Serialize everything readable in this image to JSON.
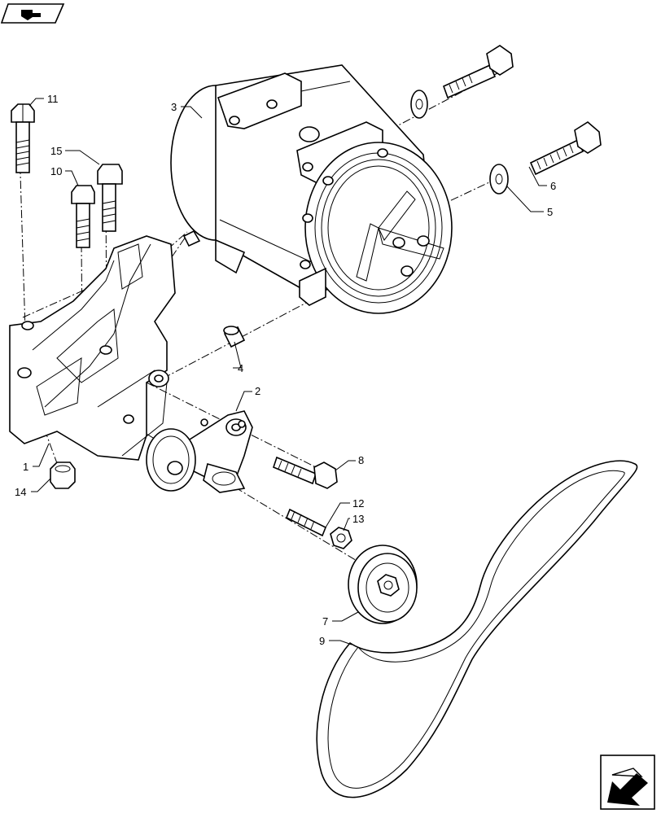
{
  "callouts": [
    {
      "id": "1",
      "label": "1"
    },
    {
      "id": "2",
      "label": "2"
    },
    {
      "id": "3",
      "label": "3"
    },
    {
      "id": "4",
      "label": "4"
    },
    {
      "id": "5",
      "label": "5"
    },
    {
      "id": "6",
      "label": "6"
    },
    {
      "id": "7",
      "label": "7"
    },
    {
      "id": "8",
      "label": "8"
    },
    {
      "id": "9",
      "label": "9"
    },
    {
      "id": "10",
      "label": "10"
    },
    {
      "id": "11",
      "label": "11"
    },
    {
      "id": "12",
      "label": "12"
    },
    {
      "id": "13",
      "label": "13"
    },
    {
      "id": "14",
      "label": "14"
    },
    {
      "id": "15",
      "label": "15"
    }
  ],
  "icons": {
    "top_left": "book-pointer-icon",
    "bottom_right": "next-page-arrow-icon"
  }
}
